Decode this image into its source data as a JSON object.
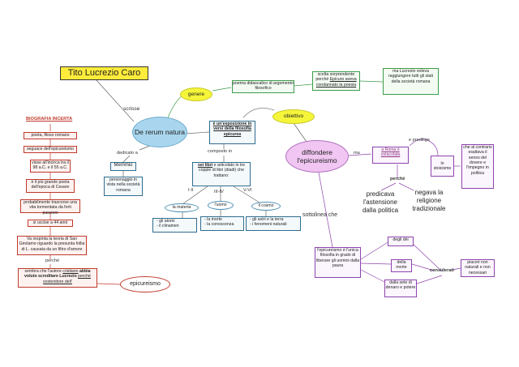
{
  "title": "Tito Lucrezio Caro",
  "biografia": {
    "header": "BIOGRAFIA  INCERTA",
    "poeta": "poeta, filoso romano",
    "seguace": "seguace dell'epicureismo",
    "visse": "visse all'incirca tra il 98 a.C. e il 55 a.C.",
    "grande": "è il più grande poeta dell'epoca di Cesare",
    "probabilmente": "probabilmente trascorse una vita tormentata da forti passioni",
    "uccise": "si uccise a 44 anni",
    "respinta": "Va respinta la teoria di San Girolamo riguardo la presunta follia di L. causata da un filtro d'amore",
    "perche": "perché",
    "sembra_pre": "sembra che l'autore ",
    "sembra_cristiano": "cristiano",
    "sembra_mid": " abbia voluto screditare Lucrezio ",
    "sembra_perche": "perché",
    "sembra_post": " sostenitore dell'",
    "epicureismo": "epicureismo"
  },
  "center": {
    "scrisse": "scrisse",
    "de_rerum": "De rerum natura",
    "dedicato": "dedicato a",
    "memmio": "Memmio",
    "personaggio": "personaggio in vista nella società romana"
  },
  "genere": {
    "label": "genere",
    "poema": "poema didascalico di argomento filosofico",
    "scelta_pre": "scelta sorprendente perché ",
    "scelta_u": "Epicuro aveva condannato la poesia",
    "ma_lucrezio": "ma Lucrezio voleva raggiungere tutti gli stati della società romana"
  },
  "esposizione": {
    "text_u": "è  un'esposizione in  versi  della  filosofia  epicurea",
    "composto": "composto in",
    "sei_u": "sei libri",
    "sei_rest": " e articolato  in tre coppie di libri (diadi) che trattano:",
    "I_II": "I-II",
    "III_IV": "III-IV",
    "V_VI": "V-VI",
    "materia": "la materia",
    "uomo": "l'uomo",
    "cosmo": "il cosmo",
    "materia_items": [
      "gli atomi",
      "il clinamen"
    ],
    "uomo_items": [
      "la morte",
      "la conoscenza"
    ],
    "cosmo_items": [
      "gli astri e la terra",
      "i fenomeni naturali"
    ]
  },
  "obiettivo": {
    "label": "obiettivo",
    "diffondere": "diffondere l'epicureismo",
    "ma": "ma",
    "roma_u": "a Roma è ostacolata",
    "e_predilige": "e predilige",
    "stoicismo": "lo stoicismo",
    "contrario": "che al contrario esaltava il senso del dovere e l'impegno in politica",
    "perche2": "perché",
    "predicava": "predicava l'astensione dalla politica",
    "negava": "negava la religione tradizionale",
    "sottolinea": "sottolinea che",
    "epicureismo_box": "l'epicureismo è l'unica filosofia in grado di liberare gli uomini dalla paura",
    "dei": "degli dèi",
    "morte": "della morte",
    "sete": "dalla sete di denaro e potere",
    "considerati": "considerati",
    "piaceri": "piaceri non naturali e non necessari"
  },
  "colors": {
    "title_fill": "#ffec3a",
    "oval_blue": "#a9d6ee",
    "oval_yellow": "#f5f53a",
    "oval_purple": "#f1c6f2",
    "red_line": "#c0392b",
    "purple_line": "#8e44ad",
    "green_line": "#3e9b4a"
  }
}
